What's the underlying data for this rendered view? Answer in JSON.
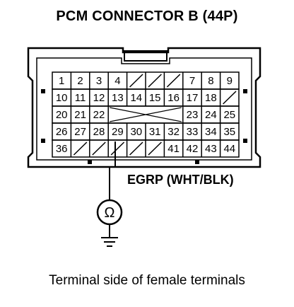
{
  "title": "PCM CONNECTOR B (44P)",
  "signal_label": "EGRP (WHT/BLK)",
  "caption": "Terminal side of female terminals",
  "meter_symbol": "Ω",
  "rows": [
    [
      "1",
      "2",
      "3",
      "4",
      "/",
      "/",
      "/",
      "7",
      "8",
      "9"
    ],
    [
      "10",
      "11",
      "12",
      "13",
      "14",
      "15",
      "16",
      "17",
      "18",
      "/"
    ],
    [
      "20",
      "21",
      "22",
      "X",
      "X",
      "X",
      "X",
      "23",
      "24",
      "25"
    ],
    [
      "26",
      "27",
      "28",
      "29",
      "30",
      "31",
      "32",
      "33",
      "34",
      "35"
    ],
    [
      "36",
      "/",
      "/",
      "/",
      "/",
      "/",
      "41",
      "42",
      "43",
      "44"
    ]
  ],
  "probe_terminal": "29",
  "icons": [
    "ohmmeter-icon",
    "ground-icon"
  ],
  "colors": {
    "line": "#000000",
    "background": "#ffffff"
  }
}
